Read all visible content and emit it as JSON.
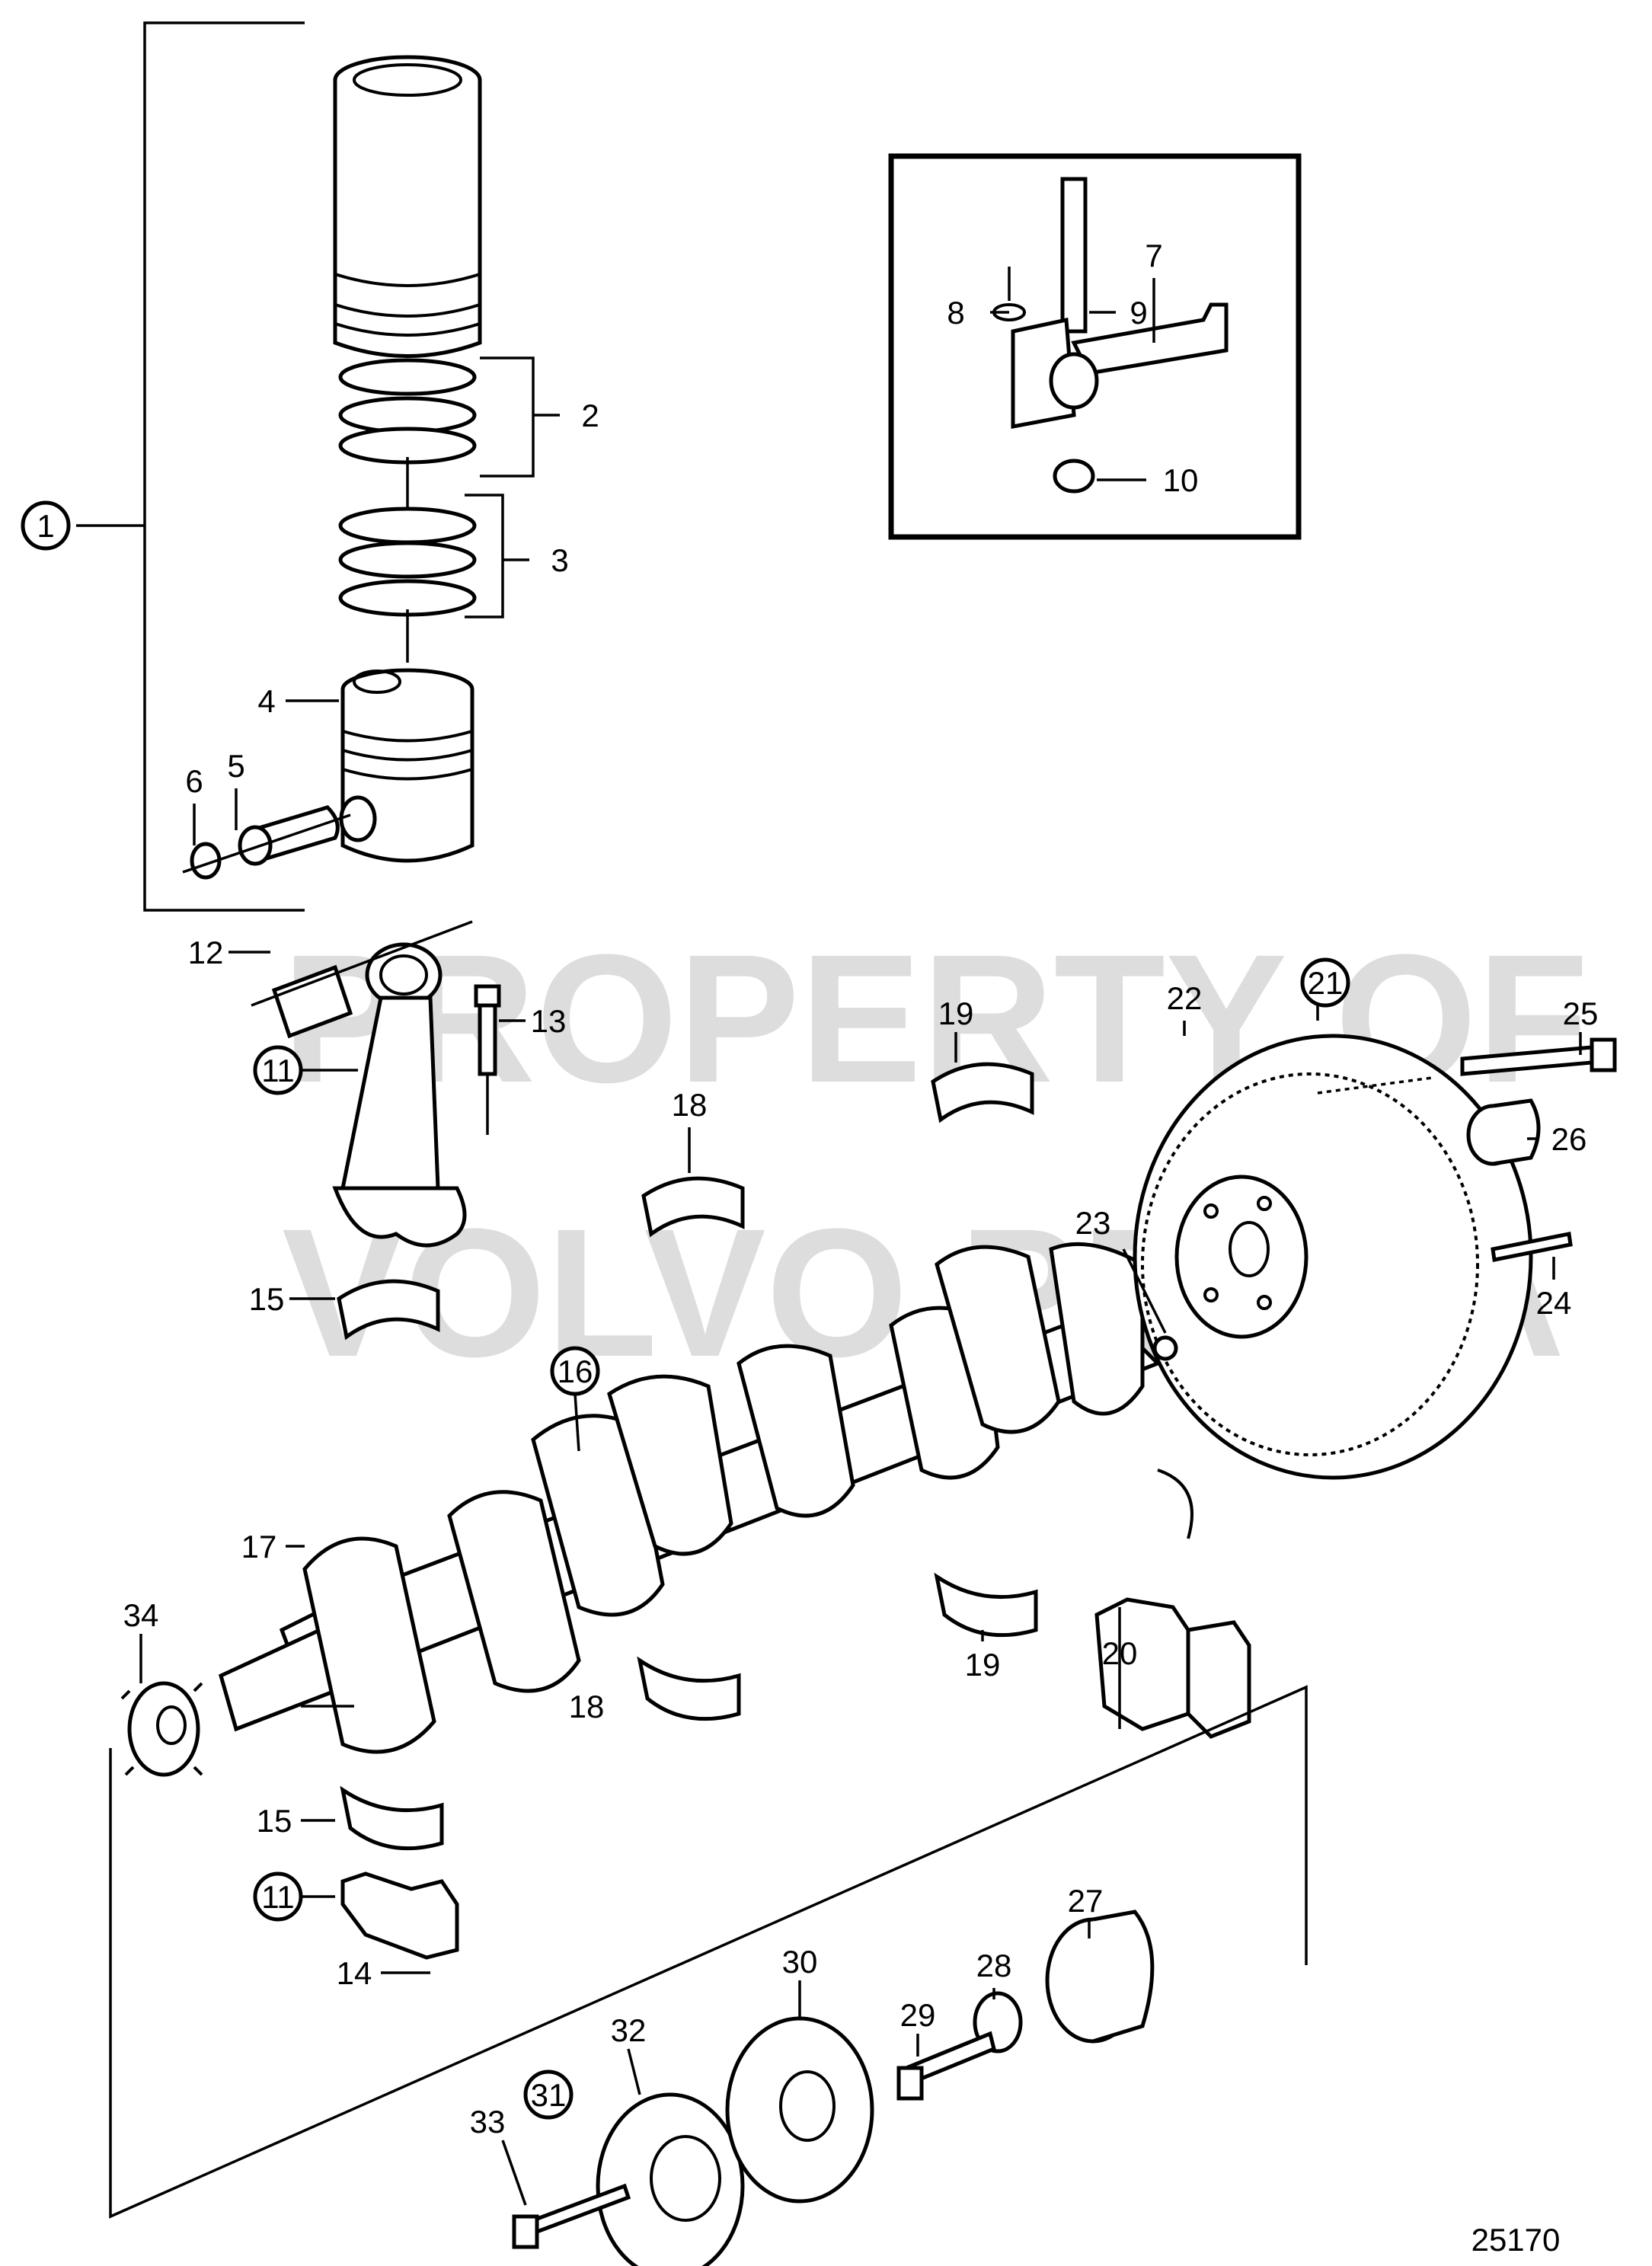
{
  "drawing_number": "25170",
  "watermark": {
    "line1": "PROPERTY OF",
    "line2": "VOLVO PENTA"
  },
  "callouts": {
    "c1": "1",
    "c2": "2",
    "c3": "3",
    "c4": "4",
    "c5": "5",
    "c6": "6",
    "c7": "7",
    "c8": "8",
    "c9": "9",
    "c10": "10",
    "c11a": "11",
    "c11b": "11",
    "c12": "12",
    "c13": "13",
    "c14": "14",
    "c15a": "15",
    "c15b": "15",
    "c16": "16",
    "c17": "17",
    "c18a": "18",
    "c18b": "18",
    "c19a": "19",
    "c19b": "19",
    "c20": "20",
    "c21": "21",
    "c22": "22",
    "c23": "23",
    "c24": "24",
    "c25": "25",
    "c26": "26",
    "c27": "27",
    "c28": "28",
    "c29": "29",
    "c30": "30",
    "c31": "31",
    "c32": "32",
    "c33": "33",
    "c34": "34"
  }
}
